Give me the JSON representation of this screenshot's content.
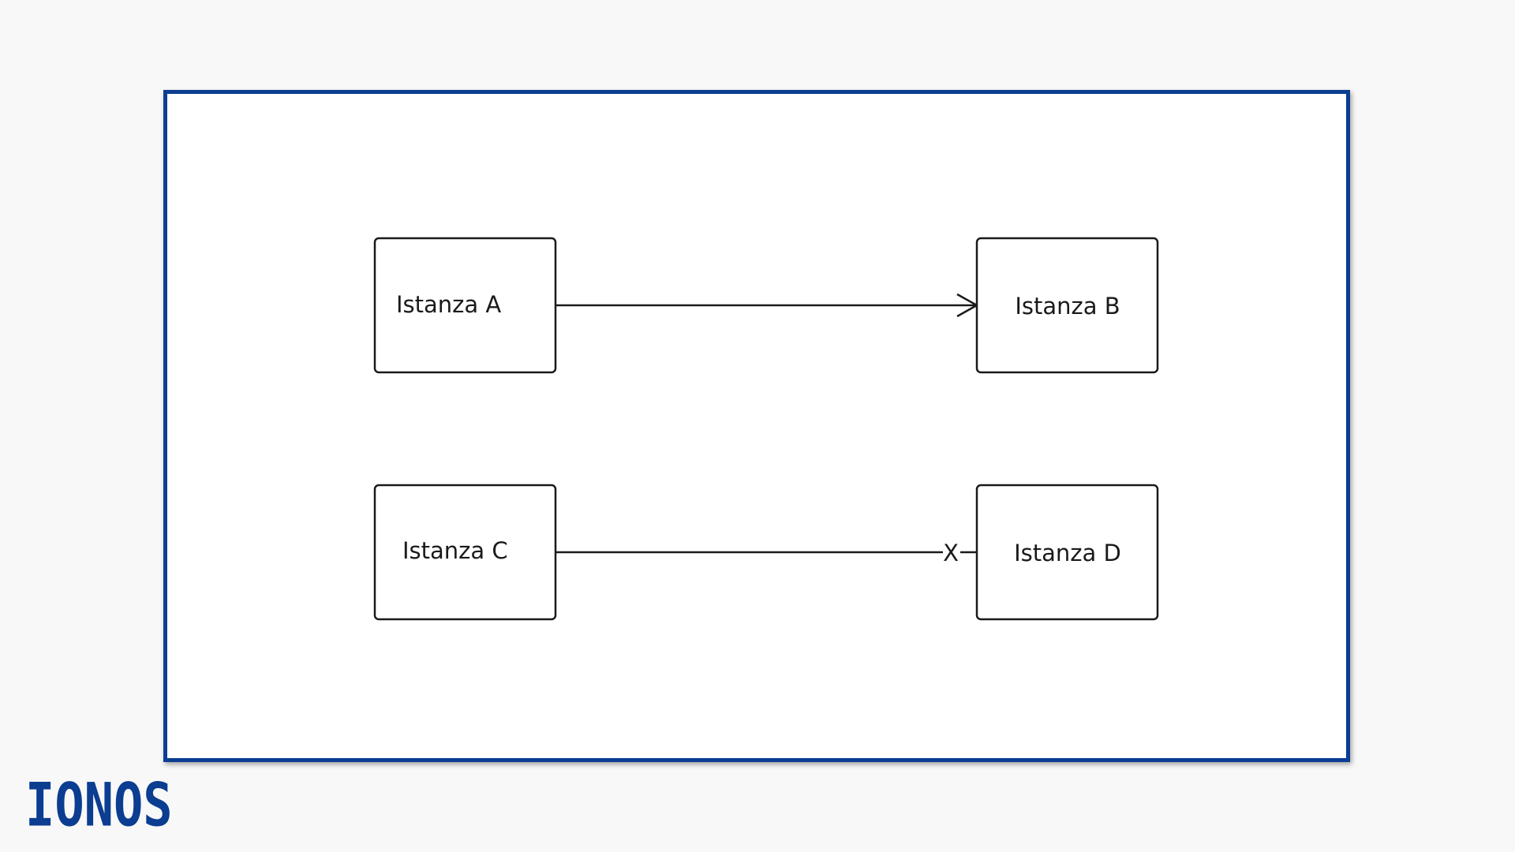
{
  "diagram": {
    "nodes": {
      "a": {
        "label": "Istanza A"
      },
      "b": {
        "label": "Istanza B"
      },
      "c": {
        "label": "Istanza C"
      },
      "d": {
        "label": "Istanza D"
      }
    },
    "edges": [
      {
        "from": "Istanza A",
        "to": "Istanza B",
        "end_marker": "arrow"
      },
      {
        "from": "Istanza C",
        "to": "Istanza D",
        "end_marker": "X"
      }
    ],
    "x_marker_label": "X"
  },
  "brand": {
    "logo_text": "IONOS",
    "color": "#0b3d91"
  }
}
